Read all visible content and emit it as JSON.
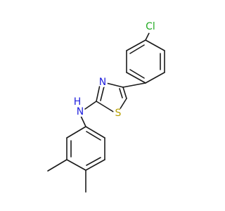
{
  "molecule": {
    "labels": {
      "chlorine": "Cl",
      "thiazole_nitrogen": "N",
      "thiazole_sulfur": "S",
      "amine_nitrogen": "N",
      "amine_hydrogen": "H"
    },
    "colors": {
      "bond": "#1a1a1a",
      "chlorine": "#22aa22",
      "nitrogen": "#2222dd",
      "sulfur": "#b8a000",
      "hydrogen": "#2222dd"
    }
  }
}
